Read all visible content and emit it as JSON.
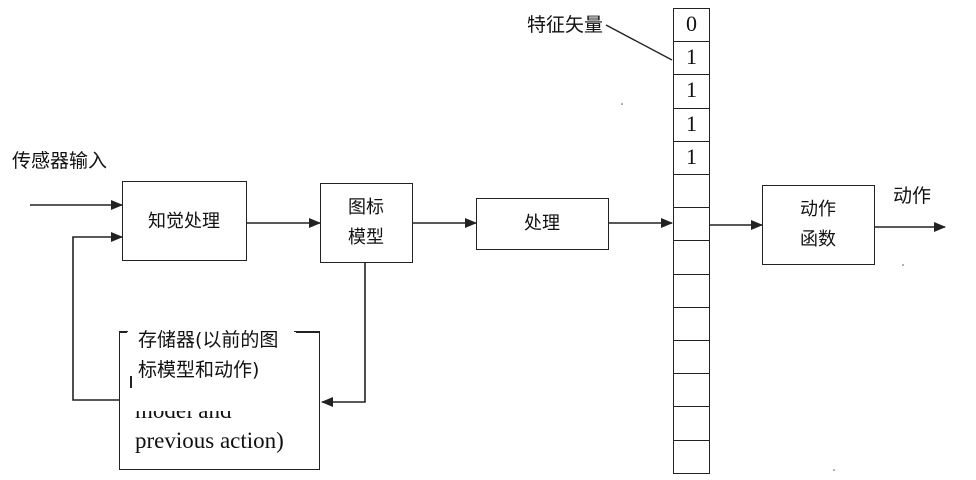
{
  "labels": {
    "sensor_input": "传感器输入",
    "feature_vector": "特征矢量",
    "action": "动作"
  },
  "blocks": {
    "perception": "知觉处理",
    "iconic_model_line1": "图标",
    "iconic_model_line2": "模型",
    "processing": "处理",
    "action_function_line1": "动作",
    "action_function_line2": "函数",
    "memory_line1": "存储器(以前的图",
    "memory_line2": "标模型和动作)",
    "memory_eng_line1": "model and",
    "memory_eng_line2": "previous action)"
  },
  "feature_vector_cells": [
    "0",
    "1",
    "1",
    "1",
    "1",
    "",
    "",
    "",
    "",
    "",
    "",
    "",
    "",
    ""
  ],
  "colors": {
    "line": "#222222",
    "background": "#ffffff"
  }
}
